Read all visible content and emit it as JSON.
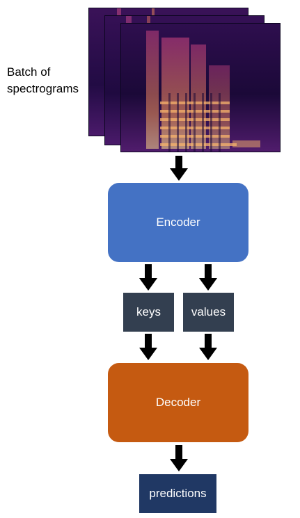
{
  "input_label": "Batch of\nspectrograms",
  "encoder_label": "Encoder",
  "keys_label": "keys",
  "values_label": "values",
  "decoder_label": "Decoder",
  "predictions_label": "predictions",
  "colors": {
    "encoder": "#4472c4",
    "decoder": "#c55a11",
    "kv_boxes": "#333f50",
    "predictions": "#203864",
    "arrows": "#000000"
  }
}
